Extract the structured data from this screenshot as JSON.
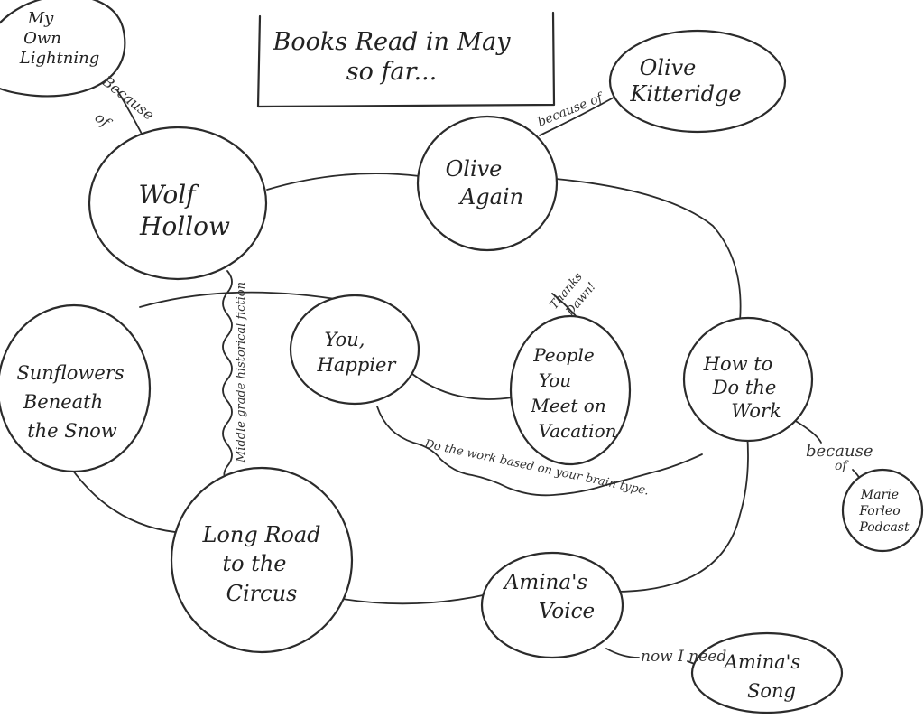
{
  "title": {
    "line1": "Books Read in May",
    "line2": "so far..."
  },
  "nodes": {
    "my_own_lightning": [
      "My",
      "Own",
      "Lightning"
    ],
    "wolf_hollow": [
      "Wolf",
      "Hollow"
    ],
    "olive_again": [
      "Olive",
      "Again"
    ],
    "olive_kitteridge": [
      "Olive",
      "Kitteridge"
    ],
    "sunflowers": [
      "Sunflowers",
      "Beneath",
      "the Snow"
    ],
    "you_happier": [
      "You,",
      "Happier"
    ],
    "people_vacation": [
      "People",
      "You",
      "Meet on",
      "Vacation"
    ],
    "how_to_do_the_work": [
      "How to",
      "Do the",
      "Work"
    ],
    "marie_forleo": [
      "Marie",
      "Forleo",
      "Podcast"
    ],
    "long_road": [
      "Long Road",
      "to the",
      "Circus"
    ],
    "aminas_voice": [
      "Amina's",
      "Voice"
    ],
    "aminas_song": [
      "Amina's",
      "Song"
    ]
  },
  "edge_labels": {
    "because_of_lightning": [
      "Because",
      "of"
    ],
    "because_of_olive": "because of",
    "thanks_dawn": [
      "Thanks",
      "Dawn!"
    ],
    "middle_grade": "Middle grade historical fiction",
    "brain_type": "Do the work based on your brain type.",
    "because_of_marie": [
      "because",
      "of"
    ],
    "now_i_need": "now I need"
  }
}
